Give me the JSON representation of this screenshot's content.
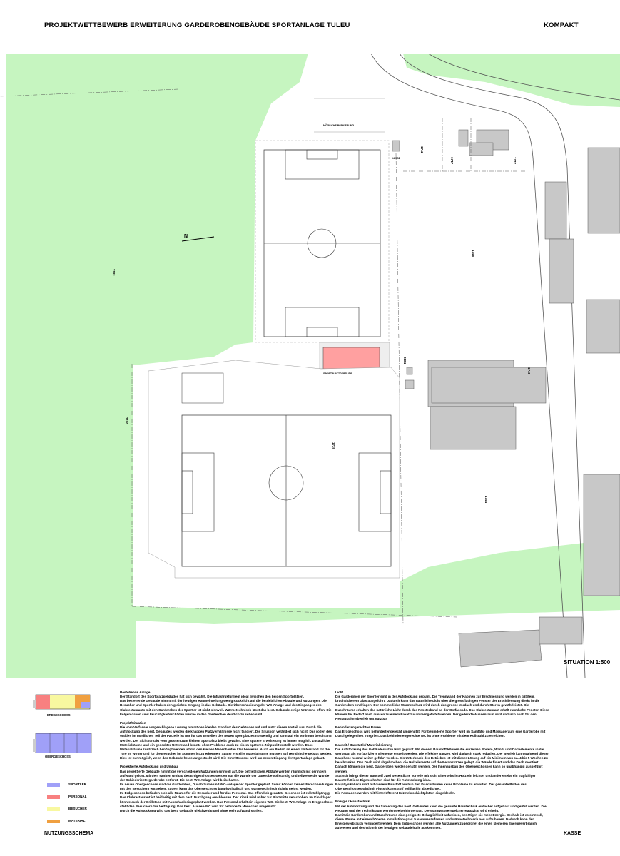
{
  "header": {
    "title": "PROJEKTWETTBEWERB ERWEITERUNG GARDEROBENGEBÄUDE SPORTANLAGE TULEU",
    "variant": "KOMPAKT"
  },
  "plan": {
    "scale_label": "SITUATION 1:500",
    "north_label": "N",
    "labels": {
      "parking": "MÖGLICHE PARKIERUNG",
      "kasse": "KASSE",
      "building": "SPORTPLATZGEBÄUDE"
    },
    "parcels": [
      "1742",
      "1747",
      "1747",
      "1746",
      "2181",
      "2184",
      "1740",
      "2180",
      "1739",
      "1744"
    ],
    "colors": {
      "forest": "#c6f5c0",
      "building_new": "#ffa0a0",
      "building_existing": "#c8c8c8"
    }
  },
  "legend": {
    "plans": {
      "ground": "ERDGESCHOSS",
      "upper": "OBERGESCHOSS"
    },
    "items": [
      {
        "label": "SPORTLER",
        "color": "#a0a0f8"
      },
      {
        "label": "PERSONAL",
        "color": "#f88080"
      },
      {
        "label": "BESUCHER",
        "color": "#f8f8a0"
      },
      {
        "label": "MATERIAL",
        "color": "#f0a040"
      }
    ],
    "title": "NUTZUNGSSCHEMA"
  },
  "text": {
    "columns": [
      {
        "sections": [
          {
            "heading": "Bestehende Anlage",
            "paragraphs": [
              "Der Standort des Sportplatzgebäudes hat sich bewährt. Die Infrastruktur liegt ideal zwischen den beiden Sportplätzen.",
              "Das bestehende Gebäude nimmt mit der heutigen Raumeinteilung wenig Rücksicht auf die betrieblichen Abläufe und Nutzungen. Die Besucher und Sportler haben den gleichen Eingang in das Gebäude. Die Überschneidung der WC-Anlage und des Einganges des Clubrestaurants mit den Garderoben der Sportler ist nicht sinnvoll. Wärmetechnisch lässt das best. Gebäude einige Wünsche offen. Die Folgen davon sind Feuchtigkeitsschäden welche in den Garderoben deutlich zu sehen sind."
            ]
          },
          {
            "heading": "Projekt/Situation",
            "paragraphs": [
              "Die vom Verfasser vorgeschlagene Lösung nimmt den idealen Standort des Gebäudes auf und nutzt diesen Vorteil aus. Durch die Aufstockung des best. Gebäudes werden die knappen Platzverhältnisse nicht tangiert. Die Situation verändert sich nicht. Das roden des Waldes im nördlichen Teil der Parzelle ist nur für das Erstellen des neuen Sportplatzes notwendig und kann auf ein Minimum beschränkt werden. Der Sichtkontakt vom grossen zum kleinen Sportplatz bleibt gewährt. Eine spätere Erweiterung ist immer möglich. Zusätzliche Materialräume und ein gedeckter Unterstand könnte ohne Probleme auch zu einem späteren Zeitpunkt erstellt werden. Dass Materialräume zusätzlich benötigt werden ist mit den kleinen Nebenbauten klar bewiesen. Auch ein Bedarf an einem Unterstand für die Tore im Winter und für die Besucher im Sommer ist zu erkennen. Später erstellte Materialräume müssen auf Terrainhöhe gebaut werden. Dies ist nur möglich, wenn das Gebäude heute aufgestockt wird. Die Eintrittskasse wird am neuen Eingang der Sportanlage gebaut."
            ]
          },
          {
            "heading": "Projektierte Aufstockung und Umbau",
            "paragraphs": [
              "Das projektierte Gebäude nimmt die verschiedenen Nutzungen sinnvoll auf. Die betrieblichen Abläufe werden räumlich mit geringem Aufwand gelöst. Mit dem sanften Umbau des Erdgeschosses werden nur die Wände der Garerobe vollständig und teilweise die Wände der Schiedsrichtergarderobe entfernt. Die best. WC-Anlage wird beibehalten.",
              "Im neuen Obergeschoss sind die Garderoben, Duschräume und WC-Anlage der Sportler geplant. Somit können keine Überschneidungen mit den Besuchern entstehen. Zudem kann das Obergeschoss bauphysikalisch und wärmetechnisch richtig gelöst werden.",
              "Im Erdgeschoss befinden sich alle Räume für die Besucher und für das Personal. Das öffentlich genutzte Geschoss ist rollstuhlgängig. Das Clubrestaurant ist beidseitig mit dem best. Durchgang erschlossen. Der Kiosk wird näher zur Platzmitte verschoben. Im Kiosklager könnte auch der Grillstand mit Ausschank eingeplant werden. Das Personal erhält ein eigenes WC. Die best. WC-Anlage im Erdgeschoss steht den Besuchern zur Verfügung. Das best. Aussen-WC wird für behinderte Menschen umgenutzt.",
              "Durch die Aufstockung wird das best. Gebäude gleichzeitig und ohne Mehraufwand saniert."
            ]
          }
        ]
      },
      {
        "sections": [
          {
            "heading": "Licht",
            "paragraphs": [
              "Die Garderoben der Sportler sind in der Aufstockung geplant. Die Trennwand der Kabinen zur Erschliessung werden in gätztem, bruchsicherem Glas ausgeführt. Dadurch kann das natürliche Licht über die grossflächigen Fenster der Erschliessung direkt in die Garderoben eindringen. Der sommerliche Wärmeschutz wird durch das grosse Vordach und durch Storen gewährleistet. Die Duschräume erhalten das natürliche Licht durch das Fensterband an der Ostfassade. Das Clubrestaurant erhält raumhohe Fenster. Diese können bei Bedarf nach aussen zu einem Paket zusammengefaltet werden. Der gedeckte Aussenraum wird dadurch auch für den Restaurationsbetrieb gut nutzbar."
            ]
          },
          {
            "heading": "Behindertengerechtes Bauen",
            "paragraphs": [
              "Das Erdgeschoss wird behindertengerecht umgenutzt. Für behinderte Sportler wird im Sanitäts- und Massageraum eine Garderobe mit Duschgelegenheit integriert. Das behindertengerechte WC ist ohne Probleme mit dem Rollstuhl zu erreichen."
            ]
          },
          {
            "heading": "Bauzeit / Baustatik / Materialisierung",
            "paragraphs": [
              "Die Aufstockung des Gebäudes ist in Holz geplant. Mit diesem Baustoff können die einzelnen Boden-, Wand- und Dachelemente in der Werkstatt als vorfabrizierte Elemente erstellt werden. Die effektive Bauzeit wird dadurch stark reduziert. Der Betrieb kann während dieser Bauphase normal weiter geführt werden. Ein Unterbruch des Betriebes ist mit dieser Lösung auf ein Minimum von ca. 4 bis 5 Wochen zu beschränken. Das Dach wird abgebrochen, die Holzelemente auf die Betonstützen gelegt, die Wände fixiert und das Dach montiert. Danach können die best. Garderoben wieder genutzt werden. Der Innenausbau des Obergeschosses kann so unabhängig ausgeführt werden.",
              "Statisch bringt dieser Baustoff zwei wesentliche Vorteile mit sich. Einerseits ist Holz ein leichter und andererseits ein tragfähiger Baustoff. Diese Eigenschaften sind für die Aufstockung ideal.",
              "Bauphysikalisch sind mit diesem Baustoff auch in den Duschräumen keine Probleme zu erwarten. Der gesamte Boden des Obergeschosses wird mit Flüssigkunststoff vollflächig abgedichtet.",
              "Die Fassaden werden mit hinterlüfteten Holzmehrschichtplatten eingekleidet."
            ]
          },
          {
            "heading": "Energie / Haustechnik",
            "paragraphs": [
              "Mit der Aufstockung und der Sanierung des best. Gebäudes kann die gesamte Haustechnik einfacher aufgebaut und gelöst werden. Die Heizung und der Technikraum werden weiterhin genutzt. Die Warmwasserspeicher-Kapazität wird erhöht.",
              "Damit die Garderoben und Duschräume eine geeignete Behaglichkeit aufweisen, benötigen sie mehr Energie. Deshalb ist es sinnvoll, diese Räume mit einem höheren Installationsgrad zusammenzufassen und wärmetechnisch neu aufzubauen. Dadurch kann der Energieverbrauch verringert werden. Dem Erdgeschoss werden alle Nutzungen zugeordnet die einen kleineren Energieverbrauch aufweisen und deshalb mit der heutigen Gebäudehülle auskommen."
            ]
          }
        ]
      }
    ]
  },
  "footer": {
    "left": "NUTZUNGSSCHEMA",
    "right": "KASSE"
  }
}
